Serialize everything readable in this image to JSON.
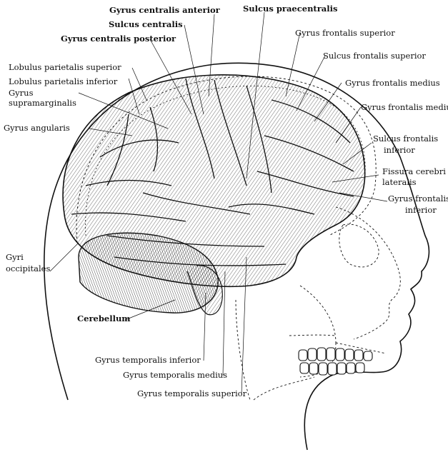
{
  "labels": {
    "gyrus_centralis_anterior": "Gyrus centralis anterior",
    "sulcus_praecentralis": "Sulcus praecentralis",
    "sulcus_centralis": "Sulcus centralis",
    "gyrus_frontalis_superior": "Gyrus frontalis superior",
    "gyrus_centralis_posterior": "Gyrus centralis posterior",
    "sulcus_frontalis_superior": "Sulcus frontalis superior",
    "lobulus_parietalis_superior": "Lobulus parietalis superior",
    "lobulus_parietalis_inferior": "Lobulus parietalis inferior",
    "gyrus_frontalis_medius_1": "Gyrus frontalis medius",
    "gyrus_supramarginalis_1": "Gyrus",
    "gyrus_supramarginalis_2": "supramarginalis",
    "gyrus_frontalis_medius_2": "Gyrus frontalis medius",
    "gyrus_angularis": "Gyrus angularis",
    "sulcus_frontalis_inferior_1": "Sulcus frontalis",
    "sulcus_frontalis_inferior_2": "inferior",
    "fissura_cerebri_lateralis_1": "Fissura cerebri",
    "fissura_cerebri_lateralis_2": "lateralis",
    "gyrus_frontalis_inferior_1": "Gyrus frontalis",
    "gyrus_frontalis_inferior_2": "inferior",
    "gyri_occipitales_1": "Gyri",
    "gyri_occipitales_2": "occipitales",
    "cerebellum": "Cerebellum",
    "gyrus_temporalis_inferior": "Gyrus temporalis inferior",
    "gyrus_temporalis_medius": "Gyrus temporalis medius",
    "gyrus_temporalis_superior": "Gyrus temporalis superior"
  }
}
